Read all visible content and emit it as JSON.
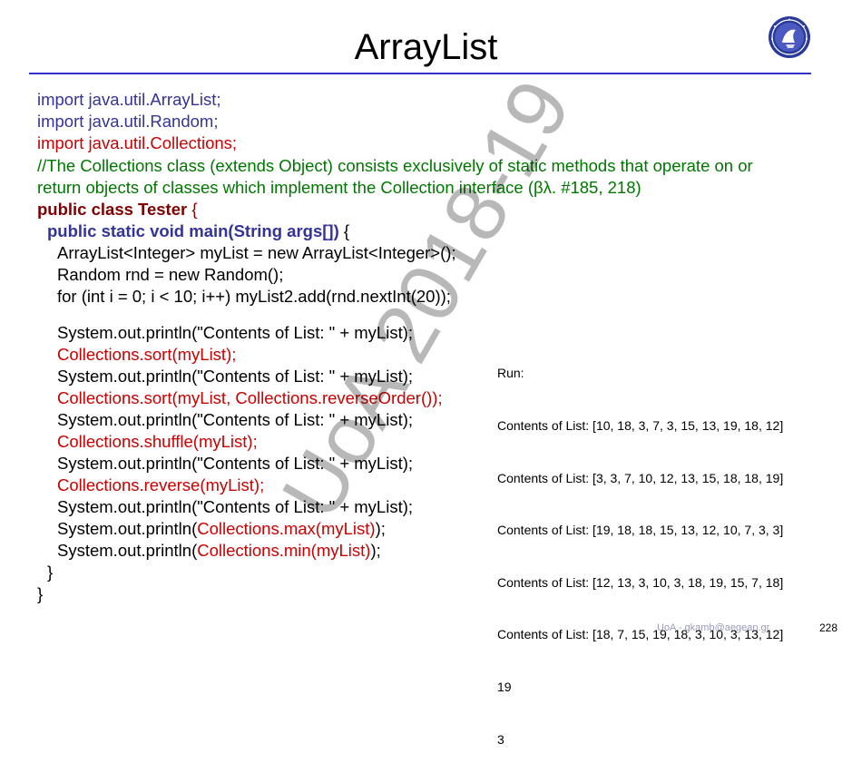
{
  "slide": {
    "title": "ArrayList",
    "logo_icon": "university-seal-icon",
    "watermark": "UoA 2018-19",
    "footer": "UoA - gkamb@aegean.gr",
    "page_number": "228",
    "colors": {
      "title_rule": "#3333cc",
      "import_blue": "#333399",
      "highlight_red": "#cc0000",
      "comment_green": "#007700",
      "keyword_dark_red": "#800000"
    }
  },
  "code": {
    "import_arraylist": "import java.util.ArrayList;",
    "import_random": "import java.util.Random;",
    "import_collections": "import java.util.Collections;",
    "comment_line1": "//The Collections class (extends Object) consists exclusively of static methods that operate on or",
    "comment_line2": "return objects of classes which implement the Collection interface (βλ. #185, 218)",
    "class_decl_kw": "public class Tester",
    "class_decl_brace": " {",
    "main_decl_kw": "public static void main(String args[])",
    "main_decl_brace": " {",
    "line_list": "ArrayList<Integer> myList = new ArrayList<Integer>();",
    "line_random": "Random rnd = new Random();",
    "line_for": "for (int i = 0; i < 10; i++) myList2.add(rnd.nextInt(20));",
    "println1": "System.out.println(\"Contents of List: \" + myList);",
    "sort1": "Collections.sort(myList);",
    "println2": "System.out.println(\"Contents of List: \" + myList);",
    "sort2": "Collections.sort(myList, Collections.reverseOrder());",
    "println3": "System.out.println(\"Contents of List: \" + myList);",
    "shuffle": "Collections.shuffle(myList);",
    "println4": "System.out.println(\"Contents of List: \" + myList);",
    "reverse": "Collections.reverse(myList);",
    "println5": "System.out.println(\"Contents of List: \" + myList);",
    "max_prefix": "System.out.println(",
    "max_call": "Collections.max(myList)",
    "max_suffix": ");",
    "min_prefix": "System.out.println(",
    "min_call": "Collections.min(myList)",
    "min_suffix": ");",
    "close_main": "}",
    "close_class": "}"
  },
  "run_output": {
    "label": "Run:",
    "lines": [
      "Contents of List: [10, 18, 3, 7, 3, 15, 13, 19, 18, 12]",
      "Contents of List: [3, 3, 7, 10, 12, 13, 15, 18, 18, 19]",
      "Contents of List: [19, 18, 18, 15, 13, 12, 10, 7, 3, 3]",
      "Contents of List: [12, 13, 3, 10, 3, 18, 19, 15, 7, 18]",
      "Contents of List: [18, 7, 15, 19, 18, 3, 10, 3, 13, 12]",
      "19",
      "3"
    ]
  }
}
